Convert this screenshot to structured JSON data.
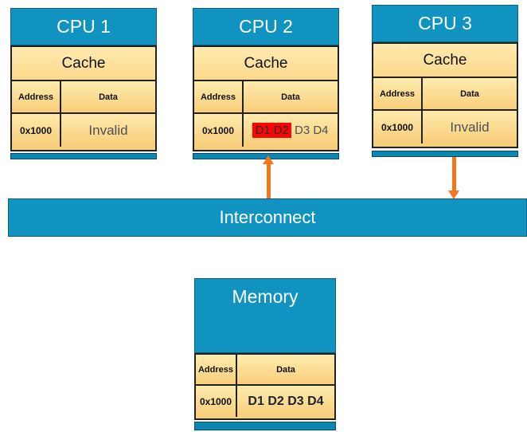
{
  "colors": {
    "blue": "#1193c2",
    "strip-blue": "#0c87b2",
    "tan-light": "#ffe8a8",
    "tan-dark": "#f7cf7d",
    "orange": "#f8761b",
    "highlight-red": "#fb0606",
    "border-dark": "#222222",
    "text-gray": "#4d4f58",
    "text-navy": "#1b2330"
  },
  "cpus": [
    {
      "title": "CPU 1",
      "cache_label": "Cache",
      "columns": {
        "address": "Address",
        "data": "Data"
      },
      "row": {
        "address": "0x1000",
        "data": "Invalid"
      }
    },
    {
      "title": "CPU 2",
      "cache_label": "Cache",
      "columns": {
        "address": "Address",
        "data": "Data"
      },
      "row": {
        "address": "0x1000",
        "data_highlighted": "D1 D2",
        "data_rest": "D3 D4"
      }
    },
    {
      "title": "CPU 3",
      "cache_label": "Cache",
      "columns": {
        "address": "Address",
        "data": "Data"
      },
      "row": {
        "address": "0x1000",
        "data": "Invalid"
      }
    }
  ],
  "interconnect": {
    "label": "Interconnect"
  },
  "memory": {
    "title": "Memory",
    "columns": {
      "address": "Address",
      "data": "Data"
    },
    "row": {
      "address": "0x1000",
      "data": "D1 D2 D3 D4"
    }
  }
}
